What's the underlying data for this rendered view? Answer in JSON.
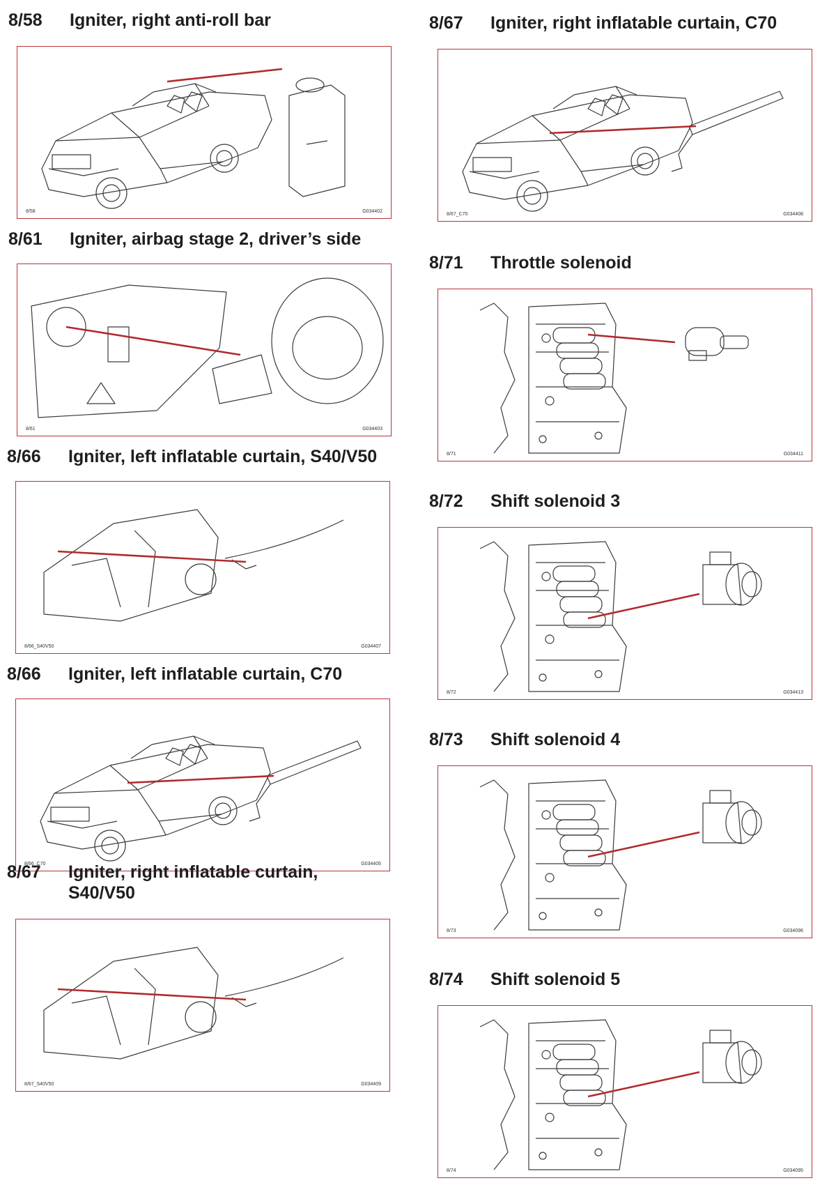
{
  "entries": [
    {
      "code": "8/58",
      "title": "Igniter, right anti-roll bar",
      "fig": "8/58",
      "ref": "G034402",
      "art": "car-component"
    },
    {
      "code": "8/67",
      "title": "Igniter, right inflatable curtain, C70",
      "fig": "8/67_C70",
      "ref": "G034408",
      "art": "car-curtain"
    },
    {
      "code": "8/61",
      "title": "Igniter, airbag stage 2, driver’s side",
      "fig": "8/61",
      "ref": "G034403",
      "art": "dashboard"
    },
    {
      "code": "8/71",
      "title": "Throttle solenoid",
      "fig": "8/71",
      "ref": "G034411",
      "art": "valvebody-throttle"
    },
    {
      "code": "8/66",
      "title": "Igniter, left inflatable curtain, S40/V50",
      "fig": "8/66_S40V50",
      "ref": "G034407",
      "art": "interior-curtain"
    },
    {
      "code": "8/72",
      "title": "Shift solenoid 3",
      "fig": "8/72",
      "ref": "G034413",
      "art": "valvebody-solenoid"
    },
    {
      "code": "8/66",
      "title": "Igniter, left inflatable curtain, C70",
      "fig": "8/66_C70",
      "ref": "G034405",
      "art": "car-curtain"
    },
    {
      "code": "8/73",
      "title": "Shift solenoid 4",
      "fig": "8/73",
      "ref": "G034096",
      "art": "valvebody-solenoid"
    },
    {
      "code": "8/67",
      "title": "Igniter, right inflatable curtain,\nS40/V50",
      "fig": "8/67_S40V50",
      "ref": "G034409",
      "art": "interior-curtain"
    },
    {
      "code": "8/74",
      "title": "Shift solenoid 5",
      "fig": "8/74",
      "ref": "G034095",
      "art": "valvebody-solenoid"
    }
  ],
  "colors": {
    "frame": "#b8333a",
    "pointer": "#b02a2f",
    "line": "#3a3a3a"
  }
}
